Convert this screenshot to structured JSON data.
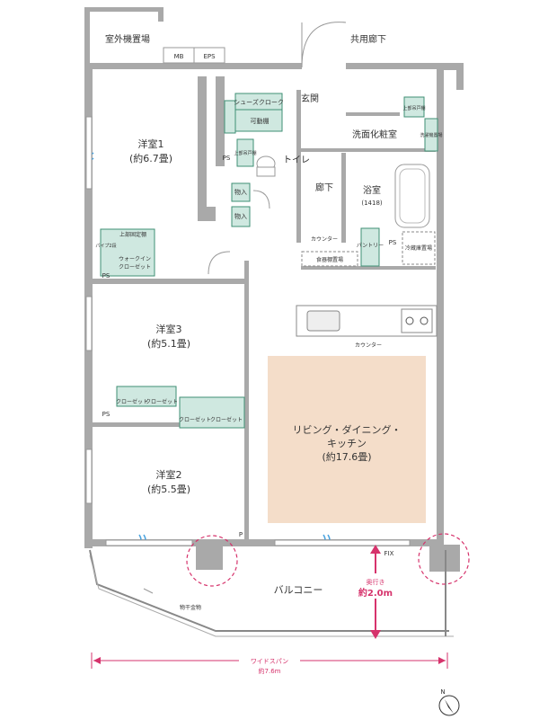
{
  "labels": {
    "outdoor_unit": "室外機置場",
    "common_corridor": "共用廊下",
    "mb": "MB",
    "eps": "EPS",
    "shoes_cloak": "シューズクローク",
    "movable_shelf": "可動棚",
    "entrance": "玄関",
    "upper_shelf_right": "上部吊戸棚",
    "washroom": "洗面化粧室",
    "laundry_shelf": "洗濯機置場",
    "ps_top": "PS",
    "toilet": "トイレ",
    "toilet_upper": "上部吊戸棚",
    "hallway": "廊下",
    "bathroom": "浴室",
    "bath_size": "(1418)",
    "storage1": "物入",
    "storage2": "物入",
    "counter_small": "カウンター",
    "dish_shelf": "食器棚置場",
    "pantry": "パントリー",
    "ps_right": "PS",
    "fridge": "冷蔵庫置場",
    "room1": "洋室1",
    "room1_size": "(約6.7畳)",
    "upper_fixed_shelf": "上部固定棚",
    "pipe_shelf": "パイプ2段",
    "walkin": "ウォークイン",
    "walkin2": "クローゼット",
    "ps_left": "PS",
    "room3": "洋室3",
    "room3_size": "(約5.1畳)",
    "closet_a": "クローゼット",
    "closet_b": "クローゼット",
    "closet_c": "クローゼット",
    "closet_d": "クローゼット",
    "ps_mid": "PS",
    "counter_kitchen": "カウンター",
    "ldk1": "リビング・ダイニング・",
    "ldk2": "キッチン",
    "ldk_size": "(約17.6畳)",
    "room2": "洋室2",
    "room2_size": "(約5.5畳)",
    "p_mark": "P",
    "fix_mark": "FIX",
    "balcony": "バルコニー",
    "clothes_pole": "物干金物",
    "depth_label": "奥行き",
    "depth_value": "約2.0m",
    "width_label": "ワイドスパン",
    "width_value": "約7.6m",
    "north": "N"
  },
  "colors": {
    "wall": "#a9a9a9",
    "storage_fill": "#cfe8e0",
    "storage_stroke": "#3f8f74",
    "ldk_fill": "#f4ddc9",
    "accent": "#d6336c",
    "window_blue": "#4aa3df"
  }
}
